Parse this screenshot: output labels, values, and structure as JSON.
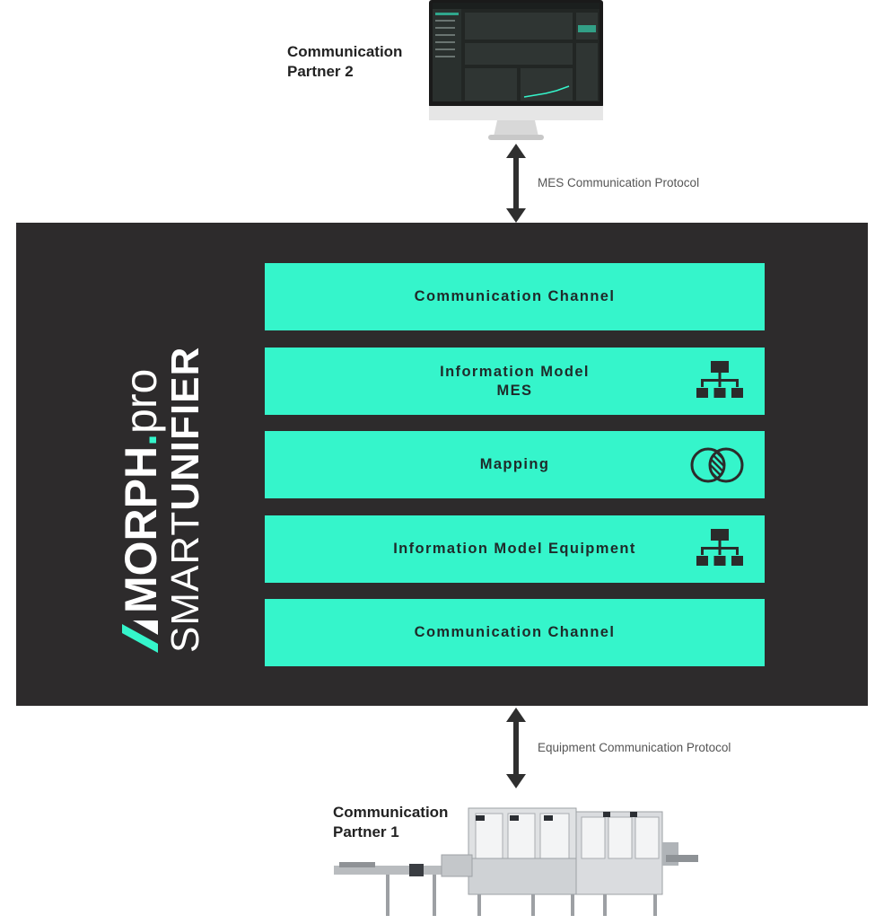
{
  "partners": {
    "top_line1": "Communication",
    "top_line2": "Partner 2",
    "bottom_line1": "Communication",
    "bottom_line2": "Partner 1"
  },
  "protocols": {
    "top": "MES Communication Protocol",
    "bottom": "Equipment Communication Protocol"
  },
  "logo": {
    "brand_bold": "MORPH",
    "brand_dot": ".",
    "brand_light": "pro",
    "product_light": "SMART",
    "product_bold": "UNIFIER"
  },
  "blocks": {
    "b1": "Communication Channel",
    "b2_line1": "Information Model",
    "b2_line2": "MES",
    "b3": "Mapping",
    "b4": "Information Model Equipment",
    "b5": "Communication Channel"
  },
  "icons": {
    "b2": "hierarchy-icon",
    "b3": "venn-mapping-icon",
    "b4": "hierarchy-icon"
  },
  "colors": {
    "accent": "#35f5cb",
    "box": "#2d2b2c",
    "arrow": "#2f2f2f"
  }
}
